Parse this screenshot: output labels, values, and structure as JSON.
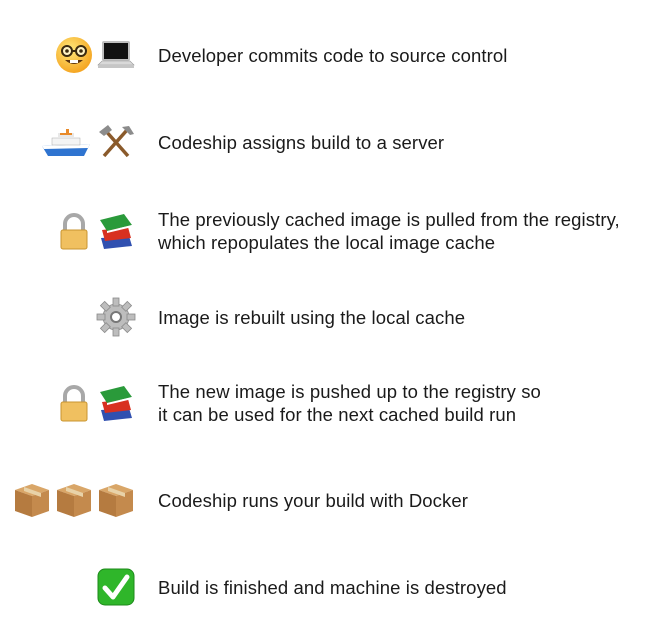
{
  "steps": [
    {
      "icons": [
        "nerd-face",
        "laptop"
      ],
      "lines": [
        "Developer commits code to source control"
      ]
    },
    {
      "icons": [
        "ship",
        "hammer-and-pick"
      ],
      "lines": [
        "Codeship assigns build to a server"
      ]
    },
    {
      "icons": [
        "lock",
        "books"
      ],
      "lines": [
        "The previously cached image is pulled from the registry,",
        "which repopulates the local image cache"
      ]
    },
    {
      "icons": [
        "gear"
      ],
      "lines": [
        "Image is rebuilt using the local cache"
      ]
    },
    {
      "icons": [
        "lock",
        "books"
      ],
      "lines": [
        "The new image is pushed up to the registry so",
        "it can be used for the next cached build run"
      ]
    },
    {
      "icons": [
        "package",
        "package",
        "package"
      ],
      "lines": [
        "Codeship runs your build with Docker"
      ]
    },
    {
      "icons": [
        "check-mark"
      ],
      "lines": [
        "Build is finished and machine is destroyed"
      ]
    }
  ]
}
